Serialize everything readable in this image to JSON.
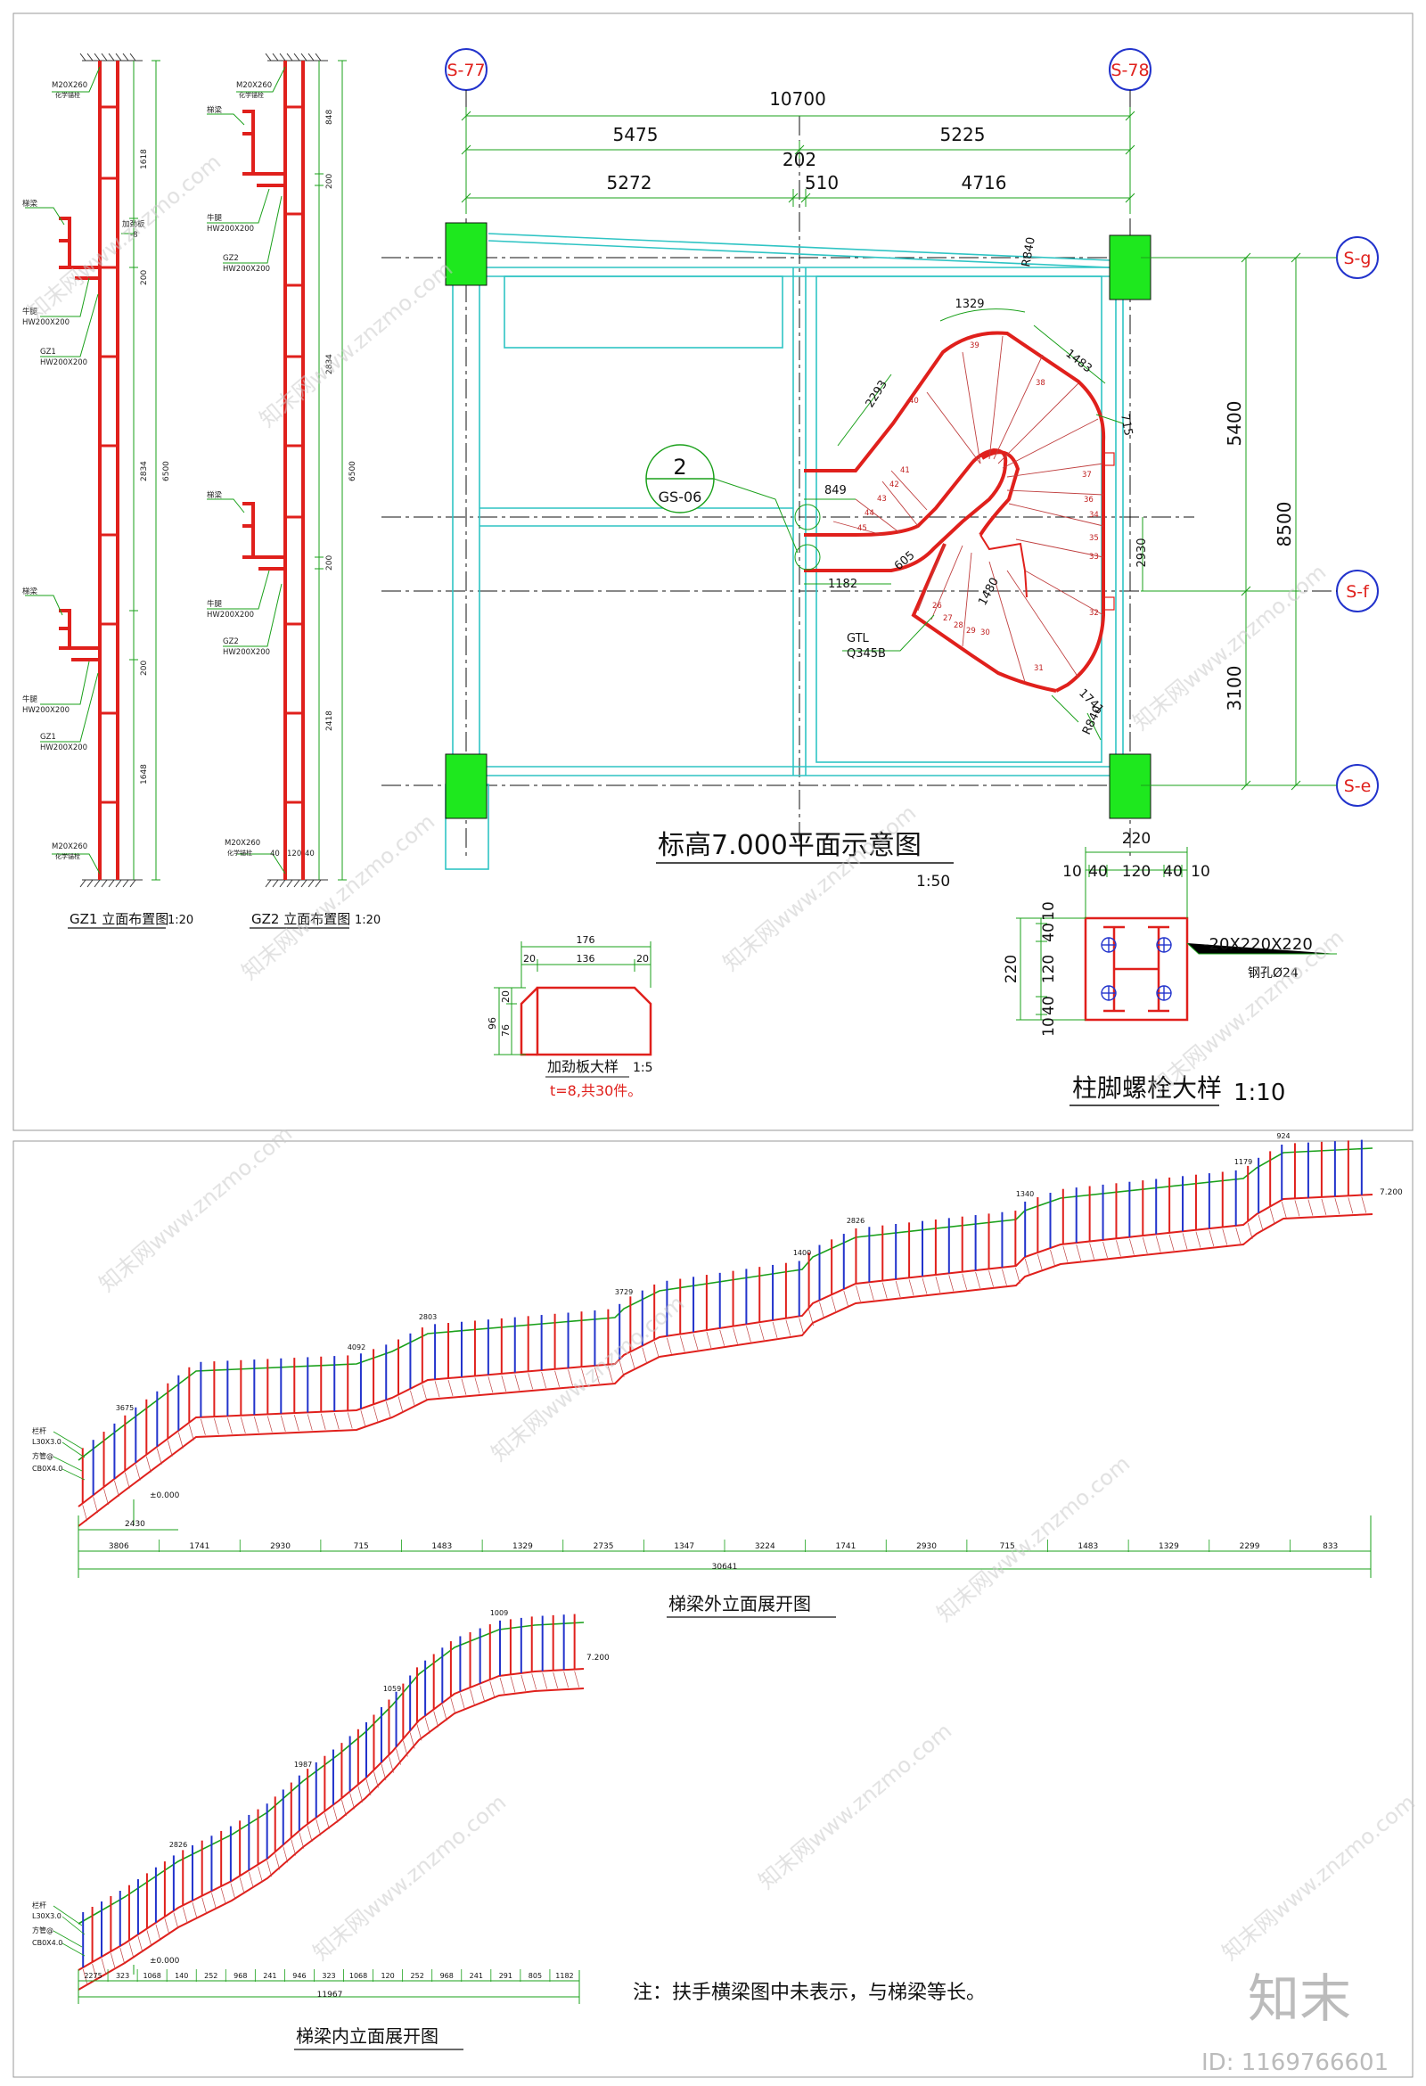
{
  "plan": {
    "axis_left": "S-77",
    "axis_right": "S-78",
    "axis_g": "S-g",
    "axis_f": "S-f",
    "axis_e": "S-e",
    "dim_total": "10700",
    "dim_5475": "5475",
    "dim_5225": "5225",
    "dim_202": "202",
    "dim_5272": "5272",
    "dim_510": "510",
    "dim_4716": "4716",
    "dim_5400": "5400",
    "dim_8500": "8500",
    "dim_3100": "3100",
    "dim_2930": "2930",
    "dim_r840_top": "R840",
    "dim_r840_bot": "R840",
    "dim_1329": "1329",
    "dim_1483": "1483",
    "dim_2293": "2293",
    "dim_715": "715",
    "dim_849": "849",
    "dim_1182": "1182",
    "dim_605": "605",
    "dim_1480": "1480",
    "dim_1741": "1741",
    "callout_num": "2",
    "callout_ref": "GS-06",
    "gtl_label": "GTL",
    "gtl_mat": "Q345B",
    "title": "标高7.000平面示意图",
    "scale": "1:50",
    "step_numbers": [
      "26",
      "27",
      "28",
      "29",
      "30",
      "31",
      "32",
      "33",
      "34",
      "35",
      "36",
      "37",
      "38",
      "39",
      "40",
      "41",
      "42",
      "43",
      "44",
      "45"
    ]
  },
  "gz1": {
    "title": "GZ1 立面布置图",
    "scale": "1:20",
    "top_bolt": "M20X260",
    "top_bolt_sub": "化学锚栓",
    "bot_bolt": "M20X260",
    "bot_bolt_sub": "化学锚栓",
    "label_tijian": "梯梁",
    "label_jiajin": "加劲板",
    "label_jiajin2": "-8",
    "label_niutui": "牛腿",
    "label_hw": "HW200X200",
    "label_gz1": "GZ1",
    "dims": [
      "1618",
      "200",
      "2834",
      "200",
      "1648"
    ],
    "dim_total": "6500"
  },
  "gz2": {
    "title": "GZ2 立面布置图",
    "scale": "1:20",
    "top_bolt": "M20X260",
    "top_bolt_sub": "化学锚栓",
    "bot_bolt": "M20X260",
    "bot_bolt_sub": "化学锚栓",
    "label_tijian": "梯梁",
    "label_niutui": "牛腿",
    "label_hw": "HW200X200",
    "label_gz2": "GZ2",
    "dims": [
      "848",
      "200",
      "2834",
      "200",
      "2418"
    ],
    "dim_total": "6500",
    "base_dims": [
      "40",
      "120",
      "40"
    ]
  },
  "stiffener": {
    "title": "加劲板大样",
    "scale": "1:5",
    "note": "t=8,共30件。",
    "dim_176": "176",
    "dim_20a": "20",
    "dim_136": "136",
    "dim_20b": "20",
    "dim_96": "96",
    "dim_20c": "20",
    "dim_76": "76"
  },
  "baseplate": {
    "title": "柱脚螺栓大样",
    "scale": "1:10",
    "plate": "-20X220X220",
    "hole": "钢孔Ø24",
    "dim_220h": "220",
    "dims_h": [
      "10",
      "40",
      "120",
      "40",
      "10"
    ],
    "dim_220v": "220",
    "dims_v": [
      "10",
      "40",
      "120",
      "40",
      "10"
    ]
  },
  "outer_elev": {
    "title": "梯梁外立面展开图",
    "elev_top": "7.200",
    "elev_base": "±0.000",
    "label_a": "栏杆",
    "label_b": "L30X3.0",
    "label_c": "方管@",
    "label_d": "CB0X4.0",
    "dim_2430": "2430",
    "bottom_dims": [
      "3806",
      "1741",
      "2930",
      "715",
      "1483",
      "1329",
      "2735",
      "1347",
      "3224",
      "1741",
      "2930",
      "715",
      "1483",
      "1329",
      "2299",
      "833"
    ],
    "dim_total": "30641",
    "top_dims": [
      "3675",
      "4092",
      "2803",
      "3729",
      "1400",
      "2826",
      "1340",
      "1179",
      "924"
    ]
  },
  "inner_elev": {
    "title": "梯梁内立面展开图",
    "elev_top": "7.200",
    "elev_base": "±0.000",
    "label_a": "栏杆",
    "label_b": "L30X3.0",
    "label_c": "方管@",
    "label_d": "CB0X4.0",
    "bottom_dims": [
      "2275",
      "323",
      "1068",
      "140",
      "252",
      "968",
      "241",
      "946",
      "323",
      "1068",
      "120",
      "252",
      "968",
      "241",
      "291",
      "805",
      "1182"
    ],
    "dim_total": "11967",
    "top_dims": [
      "2826",
      "1987",
      "1059",
      "1009"
    ]
  },
  "note": "注：扶手横梁图中未表示，与梯梁等长。",
  "logo": "知末",
  "id_text": "ID: 1169766601",
  "watermark": "知末网www.znzmo.com",
  "colors": {
    "red": "#e0201c",
    "green": "#1aa01a",
    "cyan": "#2fc4c4",
    "blue": "#2233cc",
    "column": "#1ee81e"
  }
}
